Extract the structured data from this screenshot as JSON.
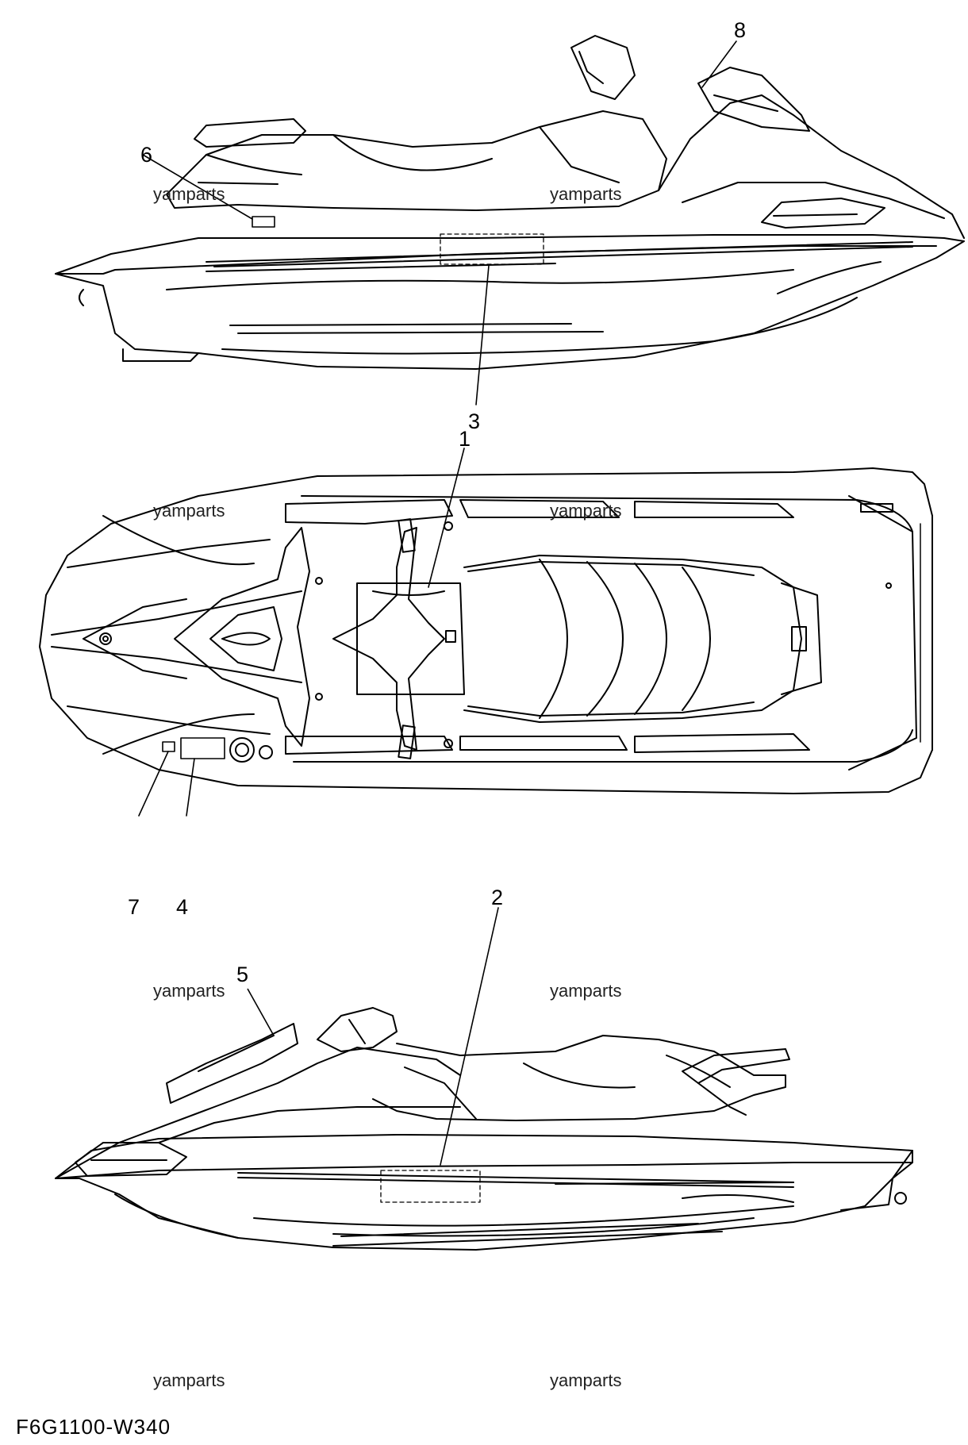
{
  "callouts": {
    "c1": "1",
    "c2": "2",
    "c3": "3",
    "c4": "4",
    "c5": "5",
    "c6": "6",
    "c7": "7",
    "c8": "8"
  },
  "watermark": "yamparts",
  "diagram_code": "F6G1100-W340",
  "colors": {
    "line": "#000000",
    "background": "#ffffff"
  }
}
